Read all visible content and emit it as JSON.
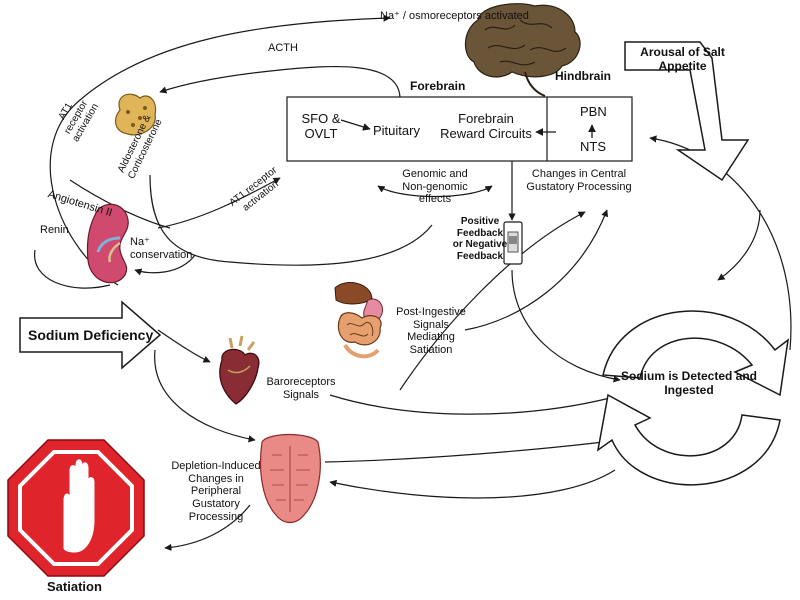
{
  "labels": {
    "na_osmoreceptors": "Na⁺ / osmoreceptors activated",
    "acth": "ACTH",
    "forebrain": "Forebrain",
    "hindbrain": "Hindbrain",
    "arousal": "Arousal of Salt Appetite",
    "sfo_ovlt": "SFO & OVLT",
    "pituitary": "Pituitary",
    "forebrain_reward": "Forebrain Reward Circuits",
    "pbn": "PBN",
    "nts": "NTS",
    "at1_receptor_activation_top": "AT1 receptor activation",
    "aldosterone": "Aldosterone & Corticosterone",
    "genomic": "Genomic and Non-genomic effects",
    "central_gustatory": "Changes in Central Gustatory Processing",
    "angiotensin": "Angiotensin II",
    "at1_receptor_activation_mid": "AT1 receptor activation",
    "renin": "Renin",
    "na_conservation": "Na⁺ conservation",
    "feedback": "Positive Feedback or Negative Feedback",
    "post_ingestive": "Post-Ingestive Signals Mediating Satiation",
    "sodium_deficiency": "Sodium Deficiency",
    "baroreceptors": "Baroreceptors Signals",
    "sodium_detected": "Sodium is Detected and Ingested",
    "depletion": "Depletion-Induced Changes in Peripheral Gustatory Processing",
    "satiation": "Satiation"
  },
  "colors": {
    "stroke": "#1a1a1a",
    "stop_sign": "#e0242c",
    "kidney": "#c8456a",
    "heart": "#7a2630",
    "tongue": "#e07a78",
    "brain": "#5a4630",
    "adrenal": "#d9a84a",
    "gut": "#c98a55"
  },
  "icons": [
    "brain-icon",
    "adrenal-gland-icon",
    "kidney-icon",
    "light-switch-icon",
    "digestive-organs-icon",
    "heart-icon",
    "tongue-icon",
    "stop-sign-icon"
  ]
}
